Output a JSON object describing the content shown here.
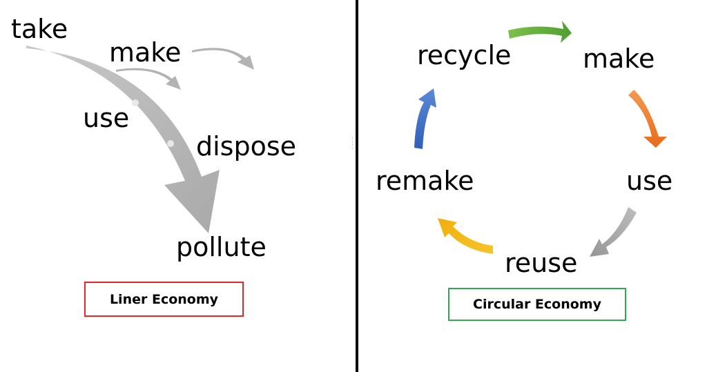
{
  "linear": {
    "words": {
      "take": "take",
      "make": "make",
      "use": "use",
      "dispose": "dispose",
      "pollute": "pollute"
    },
    "label": "Liner Economy"
  },
  "circular": {
    "words": {
      "recycle": "recycle",
      "make": "make",
      "use": "use",
      "reuse": "reuse",
      "remake": "remake"
    },
    "label": "Circular Economy"
  },
  "colors": {
    "big_arrow": "#b3b3b3",
    "green_arrow": "#5fae3a",
    "orange_arrow": "#ef7c2a",
    "gray_arrow": "#a6a6a6",
    "yellow_arrow": "#f3bd1c",
    "blue_arrow": "#3c6fc6",
    "liner_border": "#e3262b",
    "circular_border": "#2fa84f"
  }
}
